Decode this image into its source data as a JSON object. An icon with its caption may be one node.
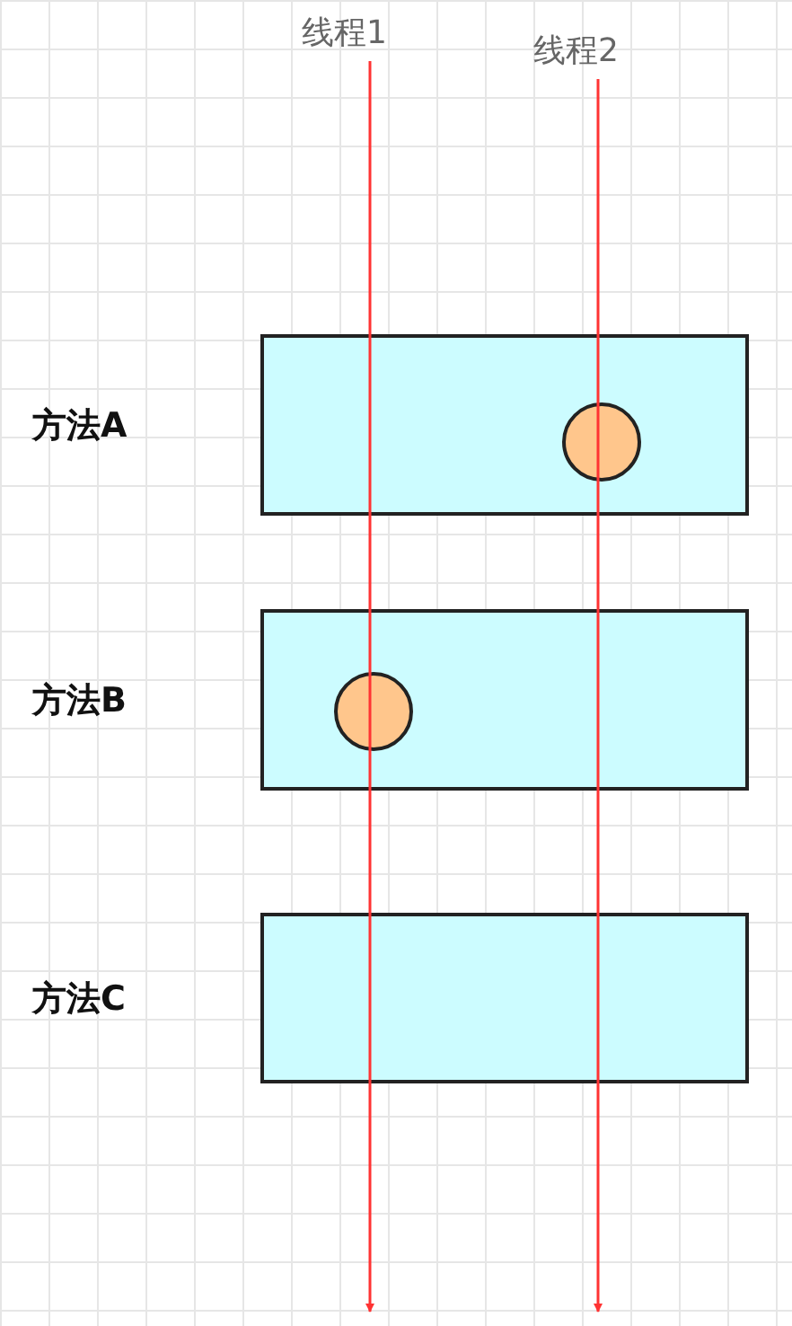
{
  "diagram": {
    "nodes": [
      {
        "text": [
          "线程1"
        ]
      },
      {
        "text": [
          "线程2"
        ]
      },
      {
        "text": [
          "方法A"
        ]
      },
      {
        "text": [],
        "shape": "circle",
        "in": 2
      },
      {
        "text": [
          "方法B"
        ]
      },
      {
        "text": [],
        "shape": "circle",
        "in": 4
      },
      {
        "text": [
          "方法C"
        ]
      }
    ],
    "edges": [
      {
        "from": 0,
        "to": null,
        "arrow": "to"
      },
      {
        "from": 1,
        "to": null,
        "arrow": "to"
      }
    ]
  }
}
